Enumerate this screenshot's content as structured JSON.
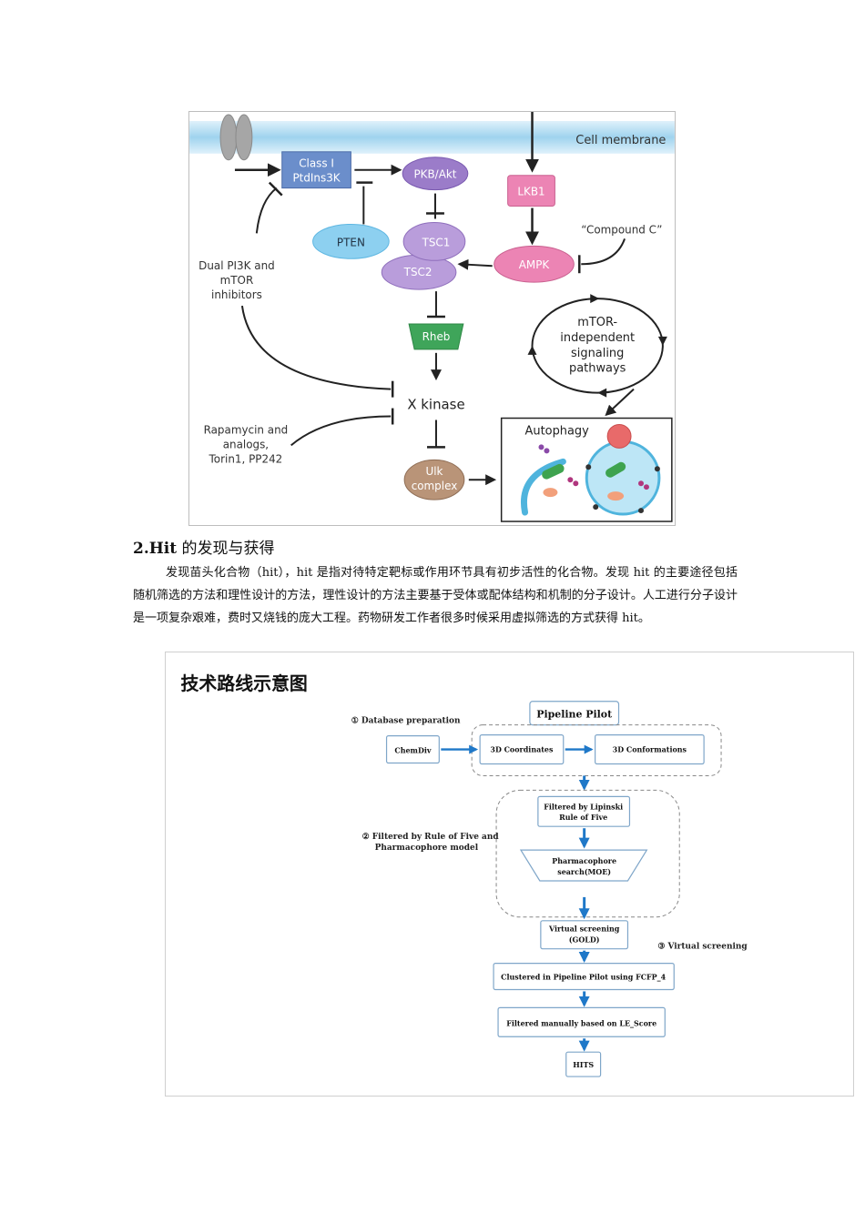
{
  "pathway": {
    "membrane": "Cell membrane",
    "class1_line1": "Class I",
    "class1_line2": "PtdIns3K",
    "pkb": "PKB/Akt",
    "lkb1": "LKB1",
    "pten": "PTEN",
    "tsc1": "TSC1",
    "tsc2": "TSC2",
    "compound_c": "“Compound C”",
    "ampk": "AMPK",
    "dual_line1": "Dual PI3K and",
    "dual_line2": "mTOR",
    "dual_line3": "inhibitors",
    "indep_line1": "mTOR-",
    "indep_line2": "independent",
    "indep_line3": "signaling",
    "indep_line4": "pathways",
    "rheb": "Rheb",
    "xkinase": "X kinase",
    "rapa_line1": "Rapamycin and",
    "rapa_line2": "analogs,",
    "rapa_line3": "Torin1, PP242",
    "autophagy": "Autophagy",
    "ulk_line1": "Ulk",
    "ulk_line2": "complex"
  },
  "section": {
    "number": "2.Hit",
    "title": " 的发现与获得",
    "paragraph": "发现苗头化合物（hit），hit 是指对待特定靶标或作用环节具有初步活性的化合物。发现 hit 的主要途径包括随机筛选的方法和理性设计的方法，理性设计的方法主要基于受体或配体结构和机制的分子设计。人工进行分子设计是一项复杂艰难，费时又烧钱的庞大工程。药物研发工作者很多时候采用虚拟筛选的方式获得 hit。"
  },
  "workflow": {
    "title": "技术路线示意图",
    "step1": "①  Database preparation",
    "pipeline": "Pipeline Pilot",
    "chemdiv": "ChemDiv",
    "coords": "3D Coordinates",
    "confs": "3D Conformations",
    "lipinski_line1": "Filtered by Lipinski",
    "lipinski_line2": "Rule of Five",
    "step2_line1": "②  Filtered by Rule of Five and",
    "step2_line2": "Pharmacophore model",
    "pharma_line1": "Pharmacophore",
    "pharma_line2": "search(MOE)",
    "vs_line1": "Virtual screening",
    "vs_line2": "(GOLD)",
    "step3": "③  Virtual screening",
    "cluster": "Clustered in Pipeline Pilot using FCFP_4",
    "filtered": "Filtered manually based on LE_Score",
    "hits": "HITS"
  }
}
